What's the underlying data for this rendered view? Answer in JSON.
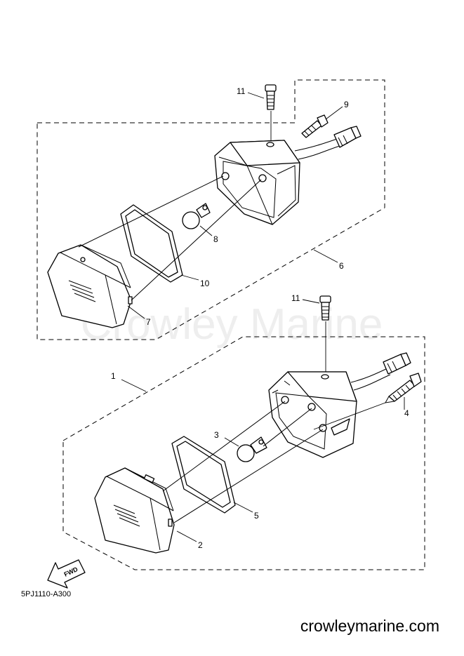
{
  "watermark": "Crowley Marine",
  "site": "crowleymarine.com",
  "diagram_code": "5PJ1110-A300",
  "direction_label": "FWD",
  "callouts": {
    "c1": "1",
    "c2": "2",
    "c3": "3",
    "c4": "4",
    "c5": "5",
    "c6": "6",
    "c7": "7",
    "c8": "8",
    "c9": "9",
    "c10": "10",
    "c11a": "11",
    "c11b": "11"
  }
}
